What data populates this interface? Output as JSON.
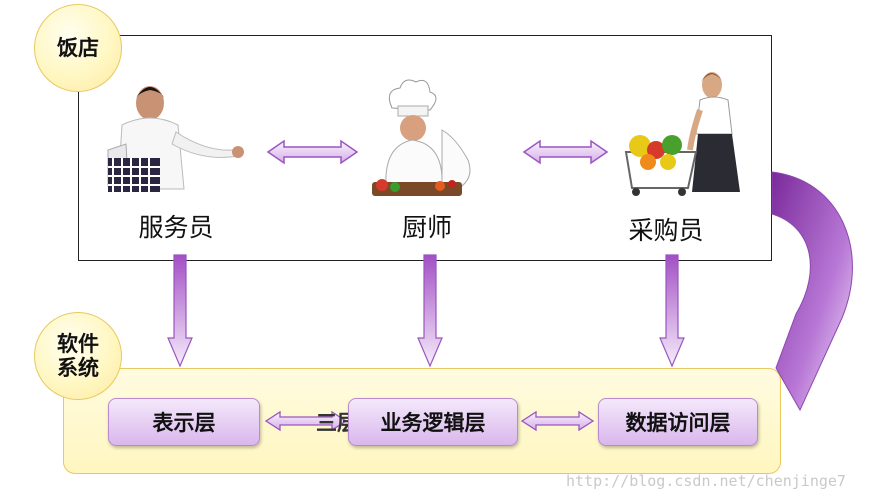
{
  "restaurant": {
    "badge_label": "饭店",
    "roles": [
      {
        "label": "服务员",
        "icon": "waiter-icon"
      },
      {
        "label": "厨师",
        "icon": "chef-icon"
      },
      {
        "label": "采购员",
        "icon": "buyer-icon"
      }
    ]
  },
  "software": {
    "badge_label": "软件\n系统",
    "hidden_text": "三层",
    "layers": [
      "表示层",
      "业务逻辑层",
      "数据访问层"
    ]
  },
  "watermark": "http://blog.csdn.net/chenjinge7",
  "colors": {
    "arrow_purple": "#a24fc4",
    "arrow_light": "#f0ddf9",
    "badge_fill": "#fff7c2",
    "panel_fill": "#fff8cc"
  }
}
